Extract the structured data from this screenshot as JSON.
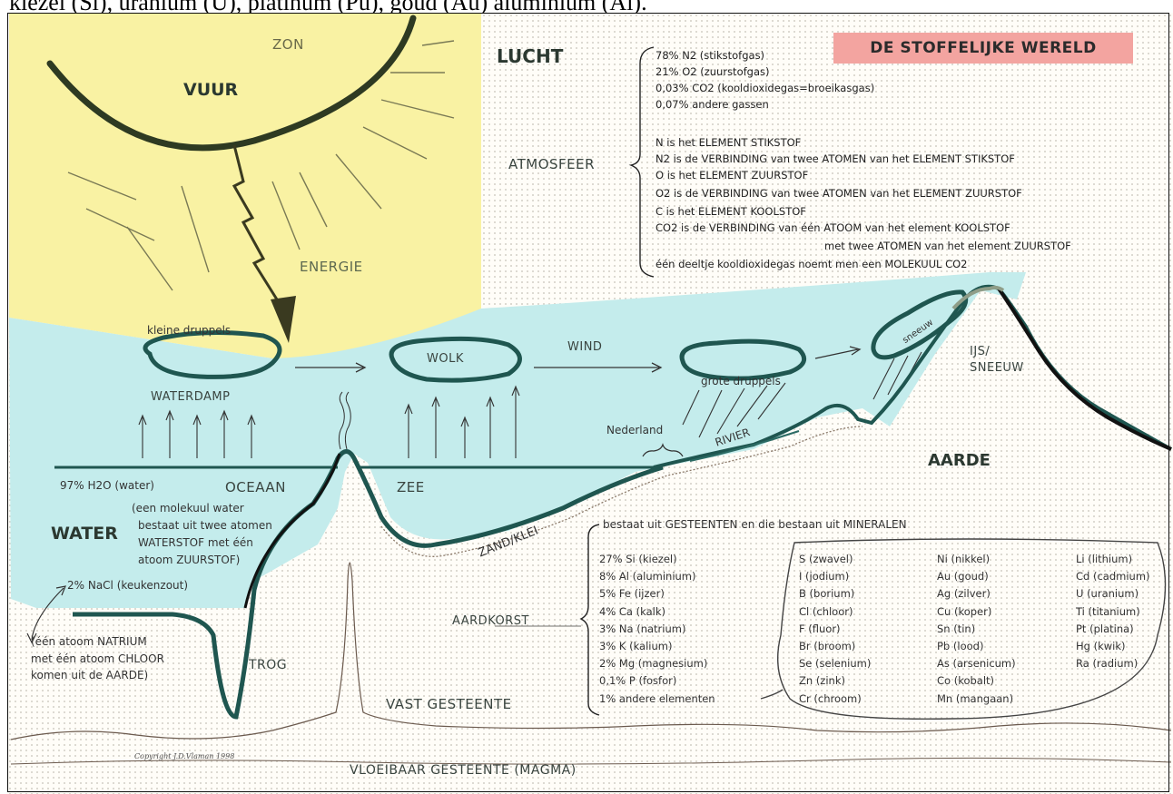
{
  "top_strip": "kiezel (Si), uranium (U), platinum (Pu), goud (Au) aluminium (Al).",
  "title": "DE STOFFELIJKE WERELD",
  "labels": {
    "zon": "ZON",
    "vuur": "VUUR",
    "energie": "ENERGIE",
    "lucht": "LUCHT",
    "atmosfeer": "ATMOSFEER",
    "kleine_druppels": "kleine druppels",
    "waterdamp": "WATERDAMP",
    "wolk": "WOLK",
    "wind": "WIND",
    "grote_druppels": "grote druppels",
    "sneeuw_cloud": "sneeuw",
    "ijs_sneeuw_1": "IJS/",
    "ijs_sneeuw_2": "SNEEUW",
    "nederland": "Nederland",
    "rivier": "RIVIER",
    "aarde": "AARDE",
    "oceaan": "OCEAAN",
    "zee": "ZEE",
    "zand_klei": "ZAND/KLEI",
    "water": "WATER",
    "trog": "TROG",
    "aardkorst": "AARDKORST",
    "vast_gesteente": "VAST GESTEENTE",
    "vloeibaar_gesteente": "VLOEIBAAR GESTEENTE (MAGMA)",
    "copyright": "Copyright J.D.Vlaman 1998"
  },
  "atmosphere": [
    "78%    N2 (stikstofgas)",
    "21%    O2 (zuurstofgas)",
    "0,03% CO2 (kooldioxidegas=broeikasgas)",
    "0,07% andere gassen",
    "",
    "N is het ELEMENT STIKSTOF",
    "N2 is de VERBINDING van twee ATOMEN van het ELEMENT STIKSTOF",
    "O is het ELEMENT ZUURSTOF",
    "O2 is de VERBINDING van twee ATOMEN van het ELEMENT ZUURSTOF",
    "C is het ELEMENT KOOLSTOF",
    "CO2 is de VERBINDING van één ATOOM van het element KOOLSTOF",
    "met twee ATOMEN van het element ZUURSTOF",
    "één deeltje kooldioxidegas noemt men een MOLEKUUL CO2"
  ],
  "water_text": {
    "composition": "97%  H2O (water)",
    "desc_1": "(een molekuul water",
    "desc_2": "bestaat uit twee atomen",
    "desc_3": "WATERSTOF met één",
    "desc_4": "atoom ZUURSTOF)",
    "salt": "2%   NaCl (keukenzout)",
    "sodium_1": "(één atoom NATRIUM",
    "sodium_2": "met één atoom CHLOOR",
    "sodium_3": "komen uit de AARDE)"
  },
  "crust": {
    "heading": "bestaat uit GESTEENTEN en die bestaan uit MINERALEN",
    "main": [
      "27%  Si (kiezel)",
      "8%   Al (aluminium)",
      "5%   Fe (ijzer)",
      "4%   Ca (kalk)",
      "3%   Na (natrium)",
      "3%   K (kalium)",
      "2%   Mg (magnesium)",
      "0,1% P (fosfor)",
      "1%   andere elementen"
    ],
    "others_col1": [
      "S  (zwavel)",
      "I  (jodium)",
      "B  (borium)",
      "Cl (chloor)",
      "F  (fluor)",
      "Br (broom)",
      "Se (selenium)",
      "Zn (zink)",
      "Cr (chroom)"
    ],
    "others_col2": [
      "Ni (nikkel)",
      "Au (goud)",
      "Ag (zilver)",
      "Cu (koper)",
      "Sn (tin)",
      "Pb (lood)",
      "As (arsenicum)",
      "Co (kobalt)",
      "Mn (mangaan)"
    ],
    "others_col3": [
      "Li (lithium)",
      "Cd (cadmium)",
      "U  (uranium)",
      "Ti (titanium)",
      "Pt (platina)",
      "Hg (kwik)",
      "Ra (radium)"
    ]
  },
  "colors": {
    "sun": "#f9f2a3",
    "water": "#c4ecec",
    "outline": "#1f5650",
    "earth_line": "#111111",
    "title_bg": "#f3a4a0"
  }
}
